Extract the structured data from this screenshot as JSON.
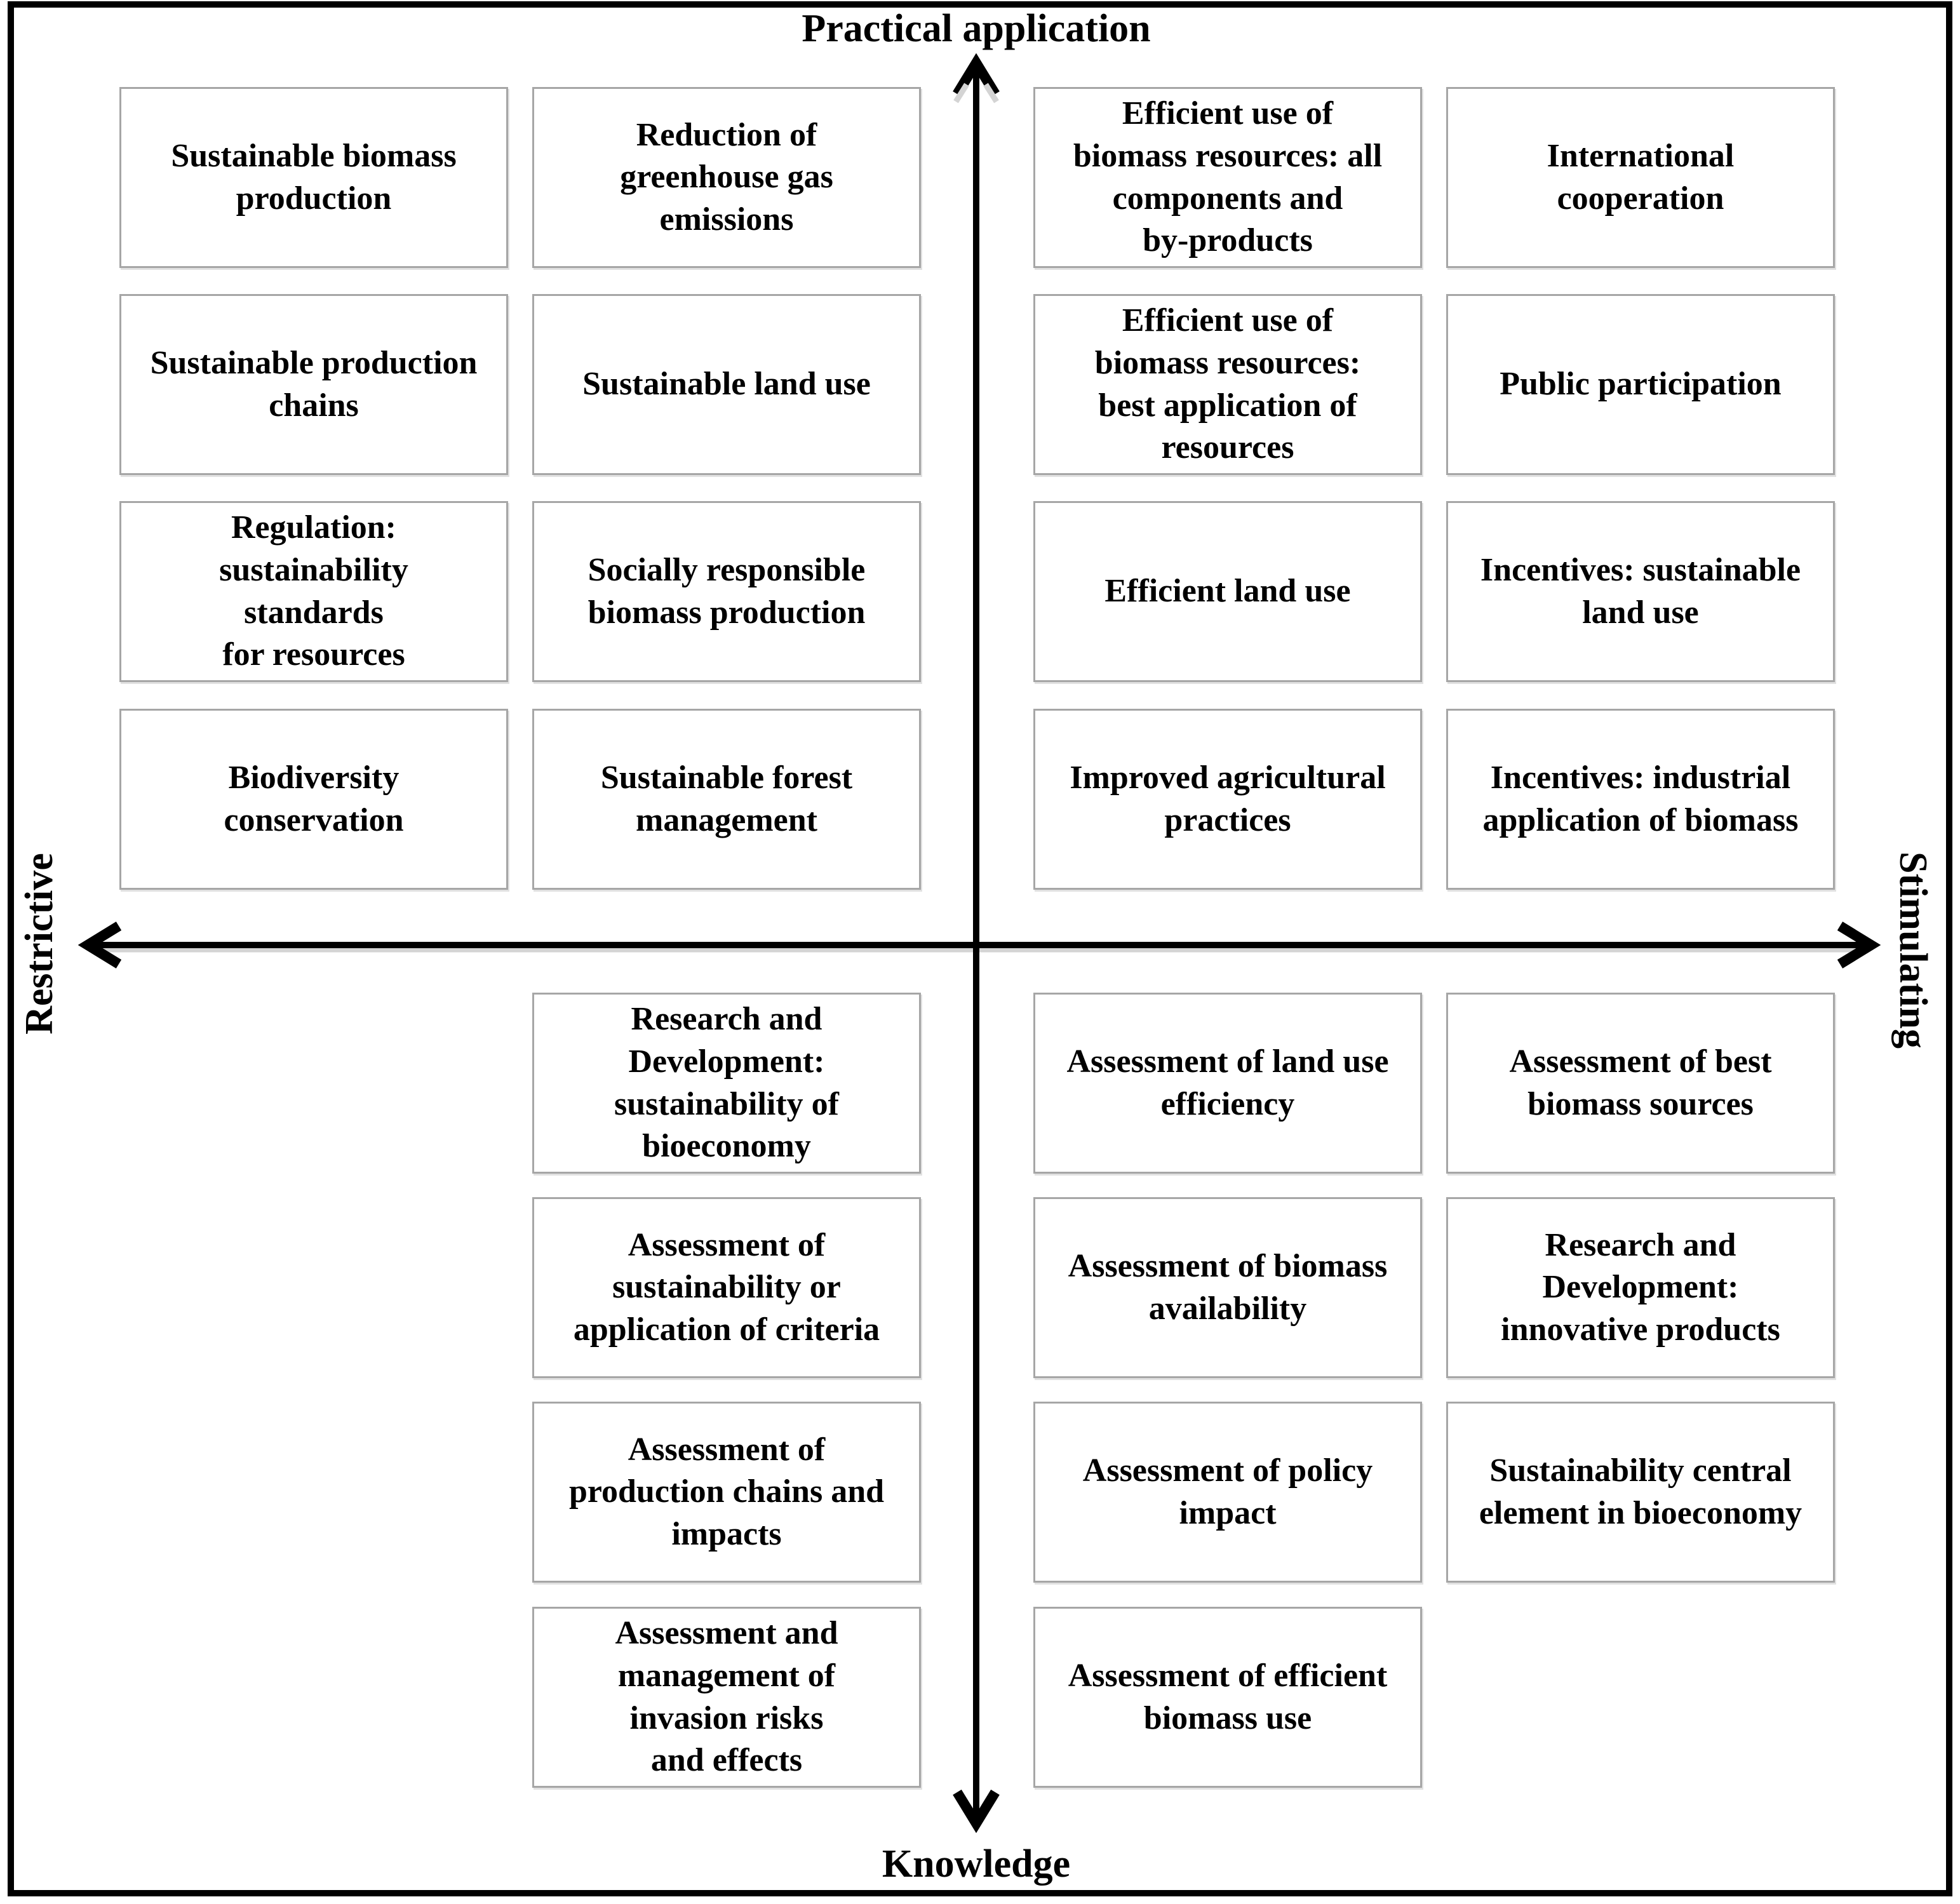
{
  "diagram": {
    "axes": {
      "top_label": "Practical application",
      "bottom_label": "Knowledge",
      "left_label": "Restrictive",
      "right_label": "Stimulating"
    },
    "colors": {
      "box_border": "#a6a6a6",
      "axis": "#000000",
      "frame": "#000000",
      "background": "#ffffff",
      "text": "#000000"
    },
    "boxes": [
      {
        "quadrant": "practical-restrictive",
        "text": "Sustainable biomass\nproduction"
      },
      {
        "quadrant": "practical-restrictive",
        "text": "Sustainable production\nchains"
      },
      {
        "quadrant": "practical-restrictive",
        "text": "Regulation:\nsustainability\nstandards\nfor resources"
      },
      {
        "quadrant": "practical-restrictive",
        "text": "Biodiversity\nconservation"
      },
      {
        "quadrant": "practical-restrictive",
        "text": "Reduction of\ngreenhouse gas\nemissions"
      },
      {
        "quadrant": "practical-restrictive",
        "text": "Sustainable land use"
      },
      {
        "quadrant": "practical-restrictive",
        "text": "Socially responsible\nbiomass production"
      },
      {
        "quadrant": "practical-restrictive",
        "text": "Sustainable forest\nmanagement"
      },
      {
        "quadrant": "practical-stimulating",
        "text": "Efficient use of\nbiomass resources: all\ncomponents and\nby-products"
      },
      {
        "quadrant": "practical-stimulating",
        "text": "Efficient use of\nbiomass resources:\nbest application of\nresources"
      },
      {
        "quadrant": "practical-stimulating",
        "text": "Efficient land use"
      },
      {
        "quadrant": "practical-stimulating",
        "text": "Improved agricultural\npractices"
      },
      {
        "quadrant": "practical-stimulating",
        "text": "International\ncooperation"
      },
      {
        "quadrant": "practical-stimulating",
        "text": "Public participation"
      },
      {
        "quadrant": "practical-stimulating",
        "text": "Incentives: sustainable\nland use"
      },
      {
        "quadrant": "practical-stimulating",
        "text": "Incentives: industrial\napplication of biomass"
      },
      {
        "quadrant": "knowledge-restrictive",
        "text": "Research and\nDevelopment:\nsustainability of\nbioeconomy"
      },
      {
        "quadrant": "knowledge-restrictive",
        "text": "Assessment of\nsustainability or\napplication of criteria"
      },
      {
        "quadrant": "knowledge-restrictive",
        "text": "Assessment of\nproduction chains and\nimpacts"
      },
      {
        "quadrant": "knowledge-restrictive",
        "text": "Assessment and\nmanagement of\ninvasion risks\nand effects"
      },
      {
        "quadrant": "knowledge-stimulating",
        "text": "Assessment of land use\nefficiency"
      },
      {
        "quadrant": "knowledge-stimulating",
        "text": "Assessment of biomass\navailability"
      },
      {
        "quadrant": "knowledge-stimulating",
        "text": "Assessment of policy\nimpact"
      },
      {
        "quadrant": "knowledge-stimulating",
        "text": "Assessment of efficient\nbiomass use"
      },
      {
        "quadrant": "knowledge-stimulating",
        "text": "Assessment of best\nbiomass sources"
      },
      {
        "quadrant": "knowledge-stimulating",
        "text": "Research and\nDevelopment:\ninnovative products"
      },
      {
        "quadrant": "knowledge-stimulating",
        "text": "Sustainability central\nelement in bioeconomy"
      }
    ]
  }
}
